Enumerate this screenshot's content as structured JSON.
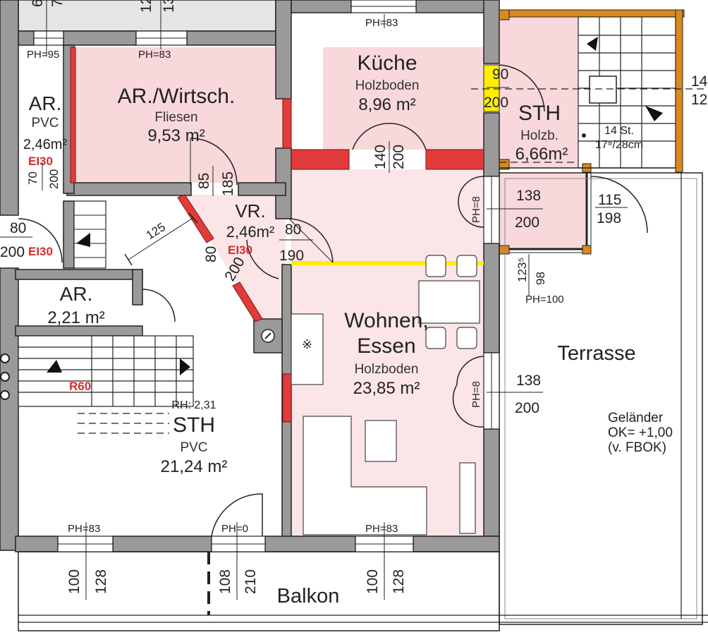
{
  "rooms": {
    "kueche": {
      "name": "Küche",
      "floor": "Holzboden",
      "area": "8,96 m²"
    },
    "wirtschaft": {
      "name": "AR./Wirtsch.",
      "floor": "Fliesen",
      "area": "9,53 m²"
    },
    "ar_small": {
      "name": "AR.",
      "floor": "PVC",
      "area": "2,46m²"
    },
    "vr": {
      "name": "VR.",
      "area": "2,46m²"
    },
    "ar_mid": {
      "name": "AR.",
      "area": "2,21 m²"
    },
    "sth_stair": {
      "name": "STH",
      "floor": "Holzb.",
      "area": "6,66m²"
    },
    "wohnen": {
      "name_line1": "Wohnen,",
      "name_line2": "Essen",
      "floor": "Holzboden",
      "area": "23,85 m²"
    },
    "sth_main": {
      "rh": "RH: 2,31",
      "name": "STH",
      "floor": "PVC",
      "area": "21,24 m²"
    },
    "terrasse": {
      "name": "Terrasse"
    },
    "balkon": {
      "name": "Balkon"
    }
  },
  "railing": {
    "line1": "Geländer",
    "line2": "OK= +1,00",
    "line3": "(v. FBOK)"
  },
  "stairs_label": {
    "line1": "14 St.",
    "line2": "17⁸/28cm"
  },
  "parapet_heights": {
    "ph95": "PH=95",
    "ph83_a": "PH=83",
    "ph83_b": "PH=83",
    "ph83_c": "PH=83",
    "ph83_d": "PH=83",
    "ph0": "PH=0",
    "ph100": "PH=100",
    "ph8_a": "PH=8",
    "ph8_b": "PH=8"
  },
  "fire_ratings": {
    "ei30_a": "EI30",
    "ei30_b": "EI30",
    "ei30_c": "EI30",
    "r60": "R60"
  },
  "dimensions": {
    "d90": "90",
    "d200_k": "200",
    "d140_k": "140",
    "d200_k2": "200",
    "d85": "85",
    "d185": "185",
    "d70": "70",
    "d200_ar": "200",
    "d80_l": "80",
    "d200_l": "200",
    "d125": "125",
    "d80_vr": "80",
    "d200_vr": "200",
    "d80_w": "80",
    "d190": "190",
    "d138_a": "138",
    "d200_a": "200",
    "d115": "115",
    "d198": "198",
    "d123": "123⁵",
    "d98": "98",
    "d138_b": "138",
    "d200_b": "200",
    "d100_a": "100",
    "d128_a": "128",
    "d108": "108",
    "d210": "210",
    "d100_b": "100",
    "d128_b": "128",
    "top_6": "6",
    "top_7": "7",
    "top_12": "12",
    "top_13": "13",
    "right_14": "14",
    "right_12": "12"
  },
  "colors": {
    "room_pink": "#f9d8db",
    "fire_wall_red": "#e23b3b",
    "highlight_yellow": "#ffee00",
    "wall_grey": "#9a9a9a",
    "frame_orange": "#d98a1f"
  }
}
